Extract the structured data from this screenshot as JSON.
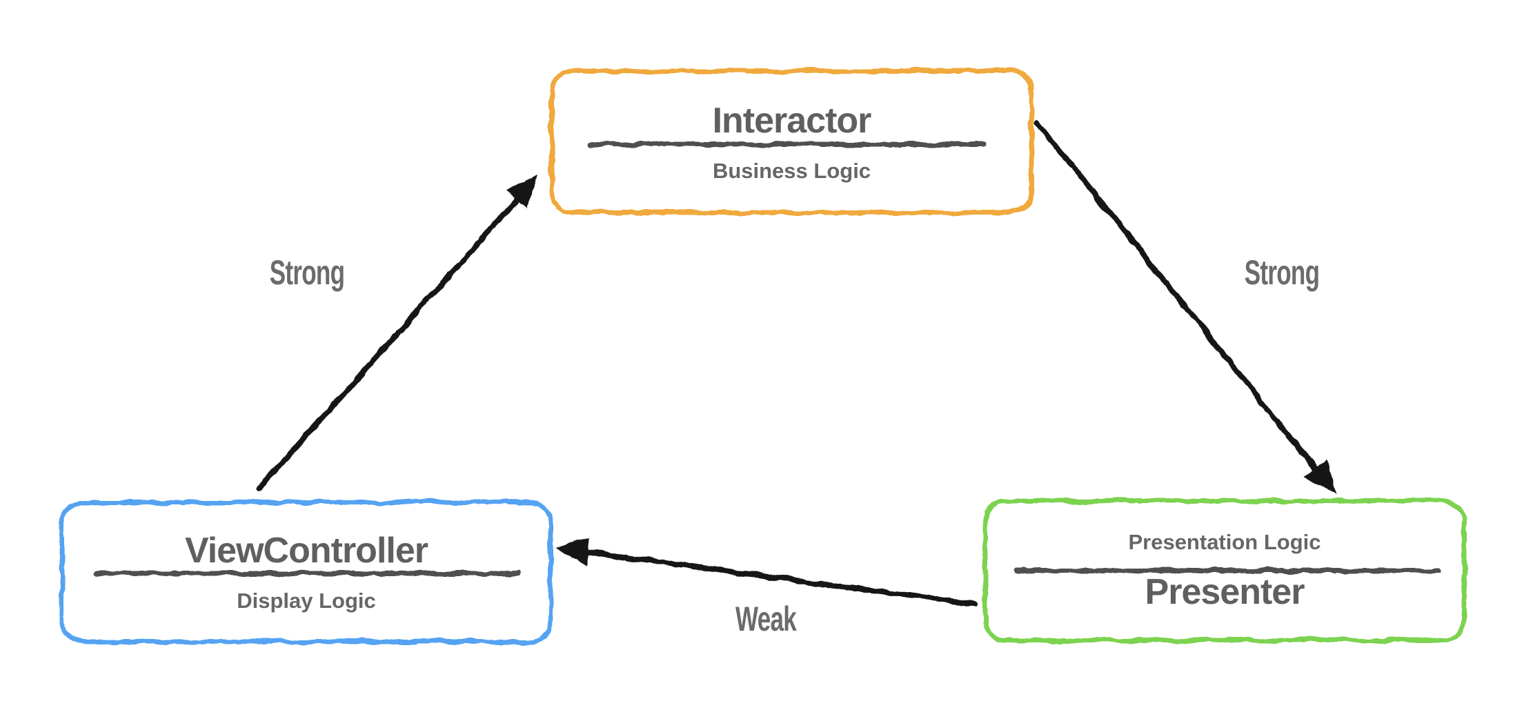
{
  "canvas": {
    "background": "#ffffff"
  },
  "nodes": [
    {
      "id": "interactor",
      "title": "Interactor",
      "subtitle": "Business Logic",
      "subtitle_position": "below",
      "border_color": "#F0A93C"
    },
    {
      "id": "viewcontroller",
      "title": "ViewController",
      "subtitle": "Display Logic",
      "subtitle_position": "below",
      "border_color": "#54A3F2"
    },
    {
      "id": "presenter",
      "title": "Presenter",
      "subtitle": "Presentation Logic",
      "subtitle_position": "above",
      "border_color": "#7CD34F"
    }
  ],
  "edges": [
    {
      "from": "ViewController",
      "to": "Interactor",
      "label": "Strong"
    },
    {
      "from": "Interactor",
      "to": "Presenter",
      "label": "Strong"
    },
    {
      "from": "Presenter",
      "to": "ViewController",
      "label": "Weak"
    }
  ],
  "colors": {
    "title_text": "#5f5f5f",
    "subtitle_text": "#666666",
    "edge_label_text": "#6b6b6b",
    "divider": "#4f4f4f",
    "arrow": "#161616"
  }
}
